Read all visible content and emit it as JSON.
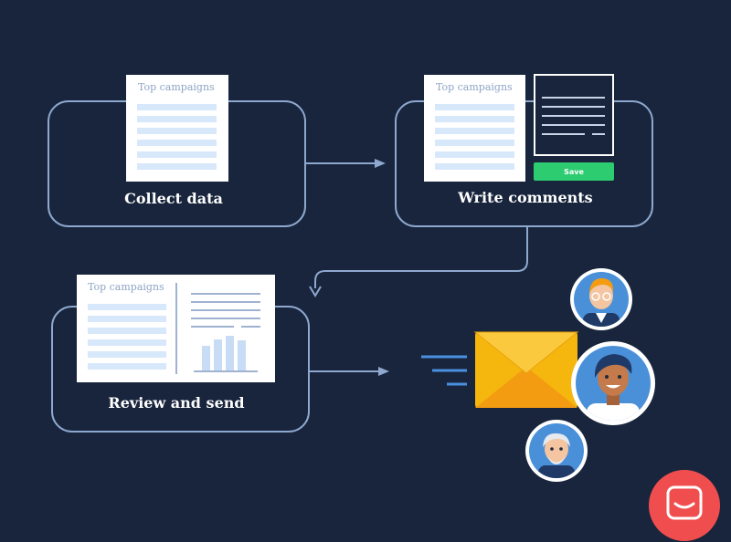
{
  "steps": {
    "collect": {
      "label": "Collect data",
      "doc_title": "Top campaigns"
    },
    "write": {
      "label": "Write comments",
      "doc_title": "Top campaigns",
      "save_label": "Save"
    },
    "review": {
      "label": "Review and send",
      "doc_title": "Top campaigns"
    }
  },
  "colors": {
    "background": "#18253c",
    "box_border": "#8ea8cf",
    "save_button": "#2ecc71",
    "envelope": "#f5b70e",
    "avatar_ring": "#ffffff",
    "avatar_fill": "#4a90d9",
    "chat_button": "#f04e4e"
  },
  "icons": {
    "envelope": "envelope-icon",
    "chat": "chat-bubble-icon",
    "avatars": [
      "avatar-top",
      "avatar-middle",
      "avatar-bottom"
    ]
  }
}
